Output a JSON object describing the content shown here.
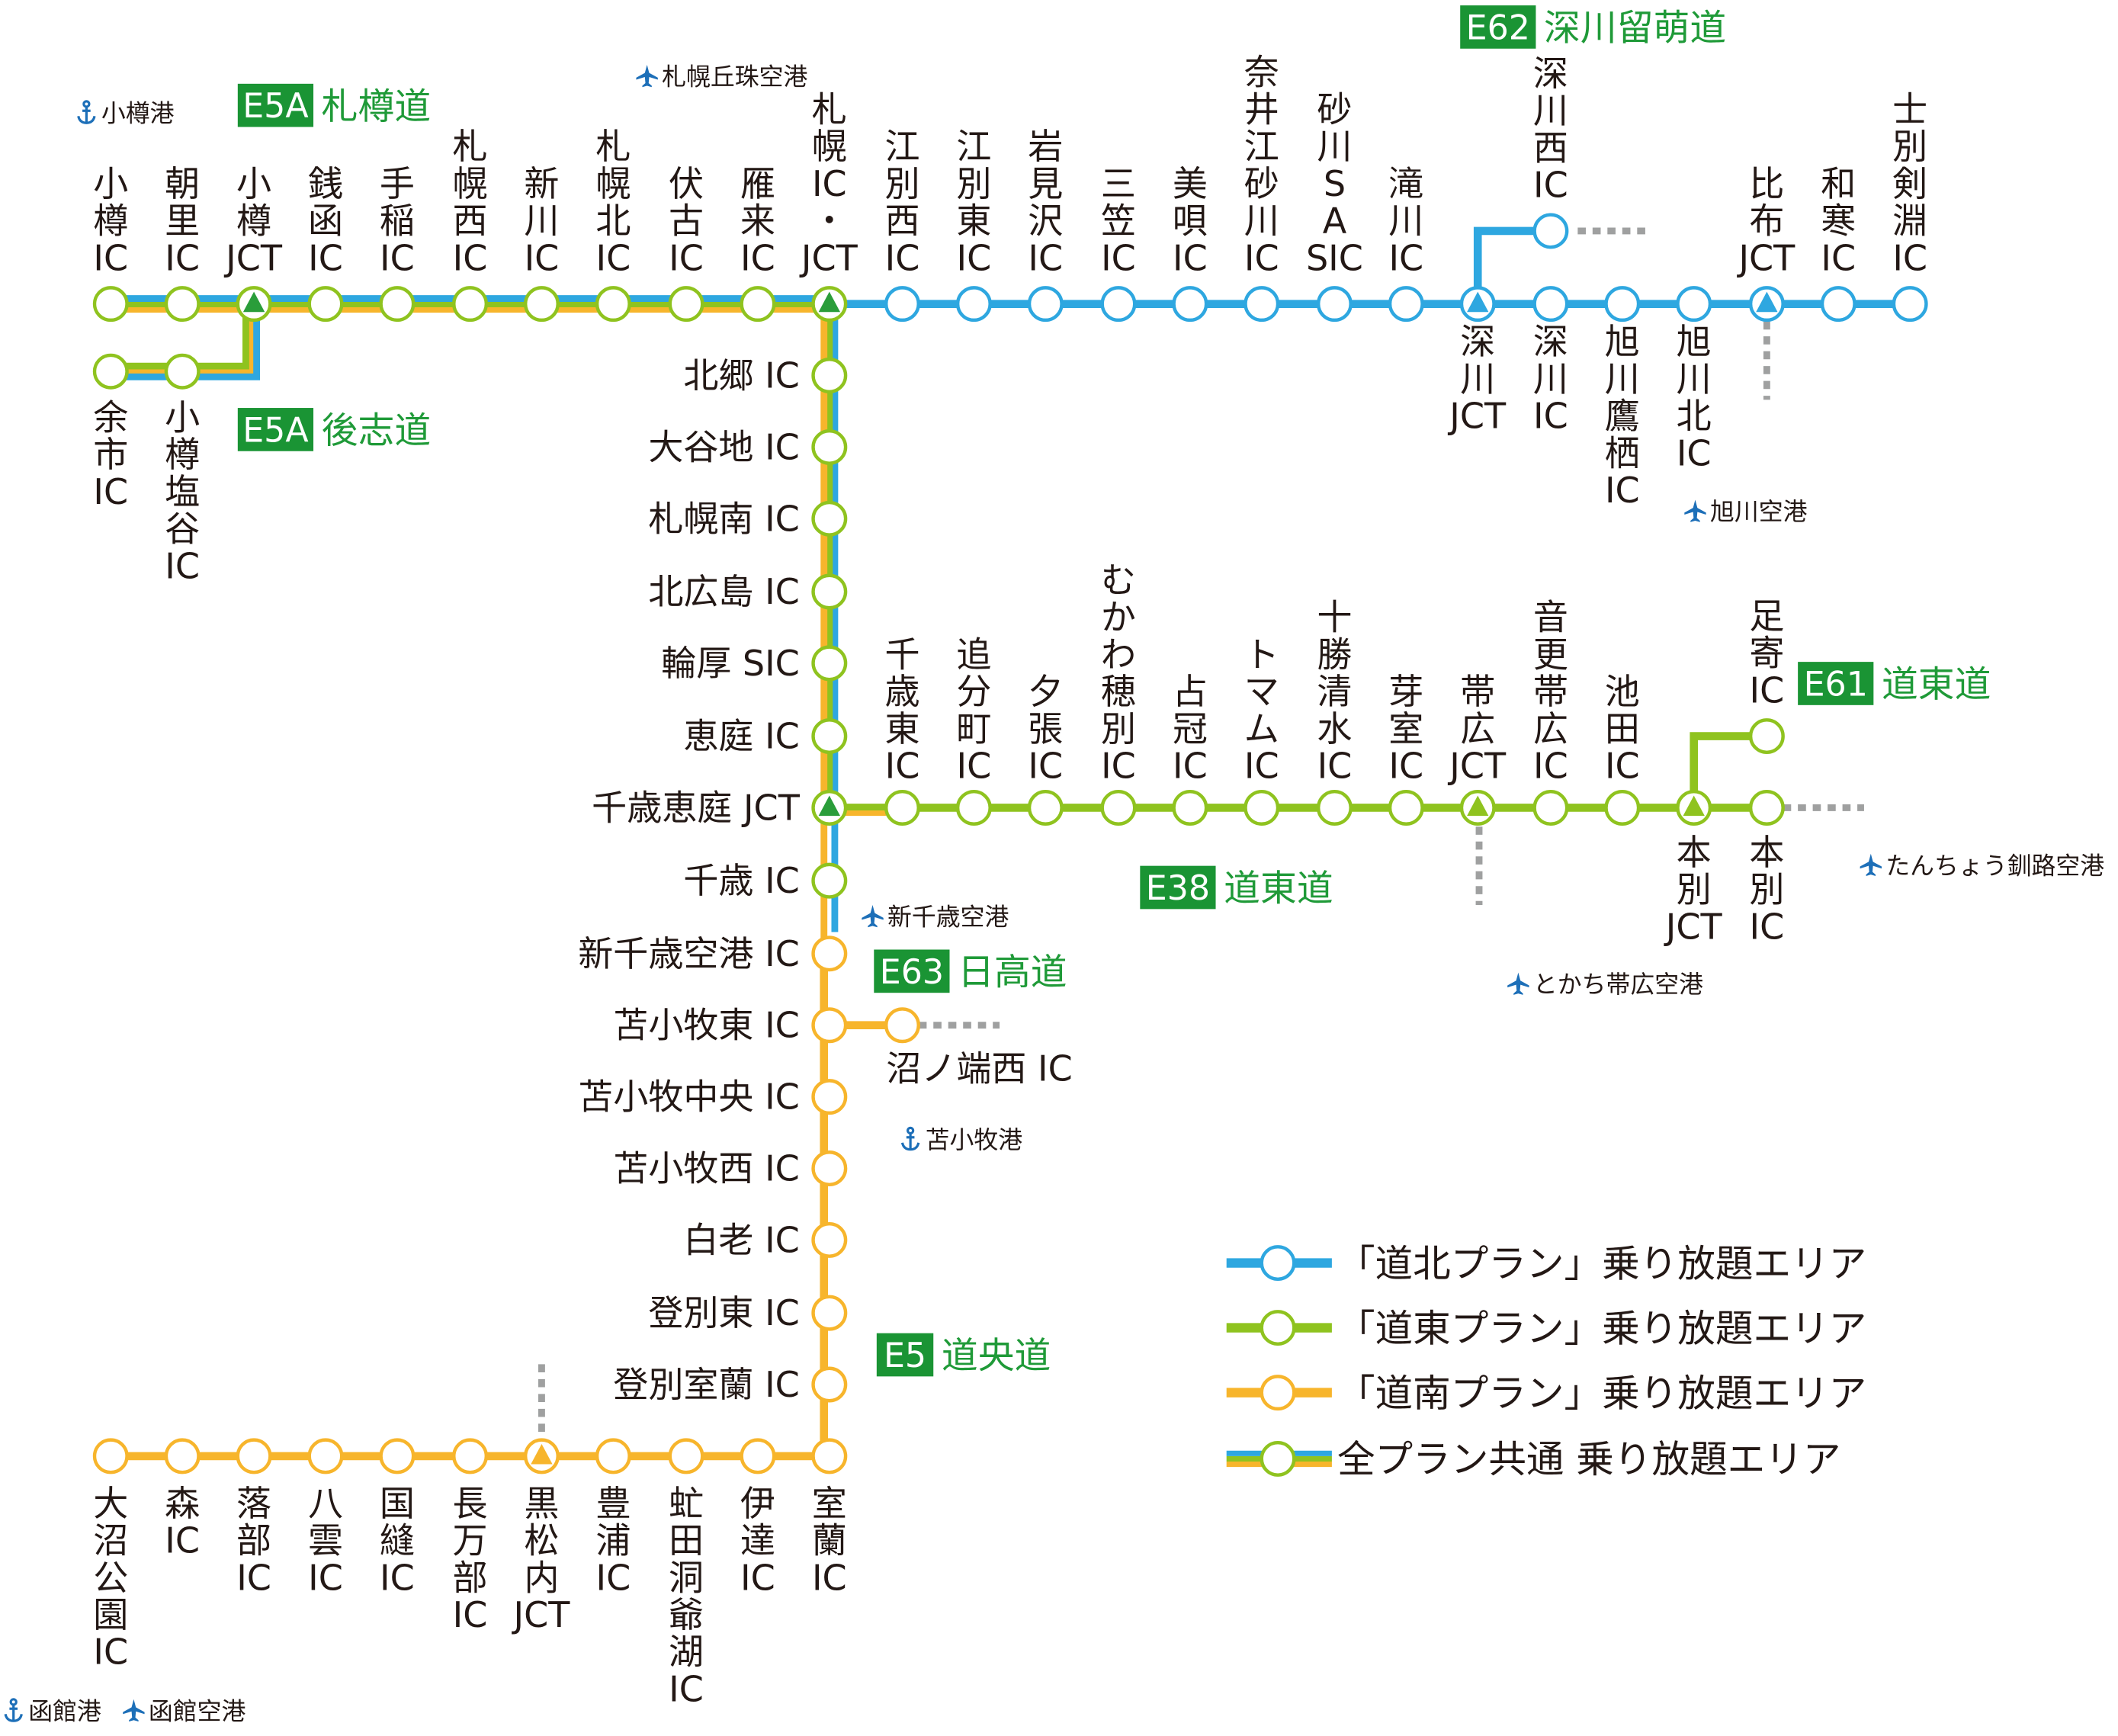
{
  "colors": {
    "north": "#2ea7e0",
    "east": "#8fc31f",
    "south": "#f7b52c",
    "common_green": "#2a9d3a",
    "badge": "#1a9434",
    "line_text": "#1f9a38",
    "text": "#231815",
    "facility": "#1d6fb8",
    "dashed": "#9fa0a0"
  },
  "routes": [
    {
      "code": "E5A",
      "name": "札樽道"
    },
    {
      "code": "E5A",
      "name": "後志道"
    },
    {
      "code": "E62",
      "name": "深川留萌道"
    },
    {
      "code": "E61",
      "name": "道東道"
    },
    {
      "code": "E38",
      "name": "道東道"
    },
    {
      "code": "E63",
      "name": "日高道"
    },
    {
      "code": "E5",
      "name": "道央道"
    }
  ],
  "stations": {
    "sassho": [
      "小樽IC",
      "朝里IC",
      "小樽JCT",
      "銭函IC",
      "手稲IC",
      "札幌西IC",
      "新川IC",
      "札幌北IC",
      "伏古IC",
      "雁来IC",
      "札幌IC・JCT"
    ],
    "shiribeshi": [
      "余市IC",
      "小樽塩谷IC"
    ],
    "doo_north": [
      "江別西IC",
      "江別東IC",
      "岩見沢IC",
      "三笠IC",
      "美唄IC",
      "奈井江砂川IC",
      "砂川SASIC",
      "滝川IC",
      "深川JCT",
      "深川IC",
      "旭川鷹栖IC",
      "旭川北IC",
      "比布JCT",
      "和寒IC",
      "士別剣淵IC"
    ],
    "fukagawa_rumoi": [
      "深川西IC"
    ],
    "doo_south": [
      "北郷 IC",
      "大谷地 IC",
      "札幌南 IC",
      "北広島 IC",
      "輪厚 SIC",
      "恵庭 IC",
      "千歳恵庭 JCT",
      "千歳 IC",
      "新千歳空港 IC",
      "苫小牧東 IC",
      "苫小牧中央 IC",
      "苫小牧西 IC",
      "白老 IC",
      "登別東 IC",
      "登別室蘭 IC",
      "室蘭IC",
      "伊達IC",
      "虻田洞爺湖IC",
      "豊浦IC",
      "黒松内JCT",
      "長万部IC",
      "国縫IC",
      "八雲IC",
      "落部IC",
      "森IC",
      "大沼公園IC"
    ],
    "hidaka": [
      "沼ノ端西 IC"
    ],
    "doto": [
      "千歳東IC",
      "追分町IC",
      "夕張IC",
      "むかわ穂別IC",
      "占冠IC",
      "トマムIC",
      "十勝清水IC",
      "芽室IC",
      "帯広JCT",
      "音更帯広IC",
      "池田IC",
      "本別JCT",
      "本別IC",
      "足寄IC"
    ]
  },
  "facilities": {
    "otaru_port": "小樽港",
    "okadama_airport": "札幌丘珠空港",
    "asahikawa_airport": "旭川空港",
    "new_chitose_airport": "新千歳空港",
    "tomakomai_port": "苫小牧港",
    "tokachi_airport": "とかち帯広空港",
    "kushiro_airport": "たんちょう釧路空港",
    "hakodate_port": "函館港",
    "hakodate_airport": "函館空港"
  },
  "legend": [
    {
      "type": "north",
      "label": "「道北プラン」乗り放題エリア"
    },
    {
      "type": "east",
      "label": "「道東プラン」乗り放題エリア"
    },
    {
      "type": "south",
      "label": "「道南プラン」乗り放題エリア"
    },
    {
      "type": "all",
      "label": "全プラン共通 乗り放題エリア"
    }
  ]
}
